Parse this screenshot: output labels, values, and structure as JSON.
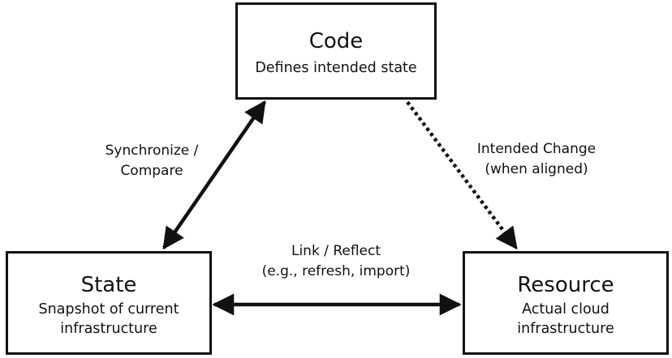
{
  "nodes": {
    "code": {
      "title": "Code",
      "subtitle": "Defines intended state"
    },
    "state": {
      "title": "State",
      "subtitle_line1": "Snapshot of current",
      "subtitle_line2": "infrastructure"
    },
    "resource": {
      "title": "Resource",
      "subtitle_line1": "Actual cloud",
      "subtitle_line2": "infrastructure"
    }
  },
  "edges": {
    "code_state": {
      "label_line1": "Synchronize /",
      "label_line2": "Compare",
      "style": "solid",
      "direction": "bidirectional"
    },
    "code_resource": {
      "label_line1": "Intended Change",
      "label_line2": "(when aligned)",
      "style": "dotted",
      "direction": "code-to-resource"
    },
    "state_resource": {
      "label_line1": "Link / Reflect",
      "label_line2": "(e.g., refresh, import)",
      "style": "solid",
      "direction": "bidirectional"
    }
  },
  "colors": {
    "line": "#111111",
    "background": "#ffffff"
  }
}
